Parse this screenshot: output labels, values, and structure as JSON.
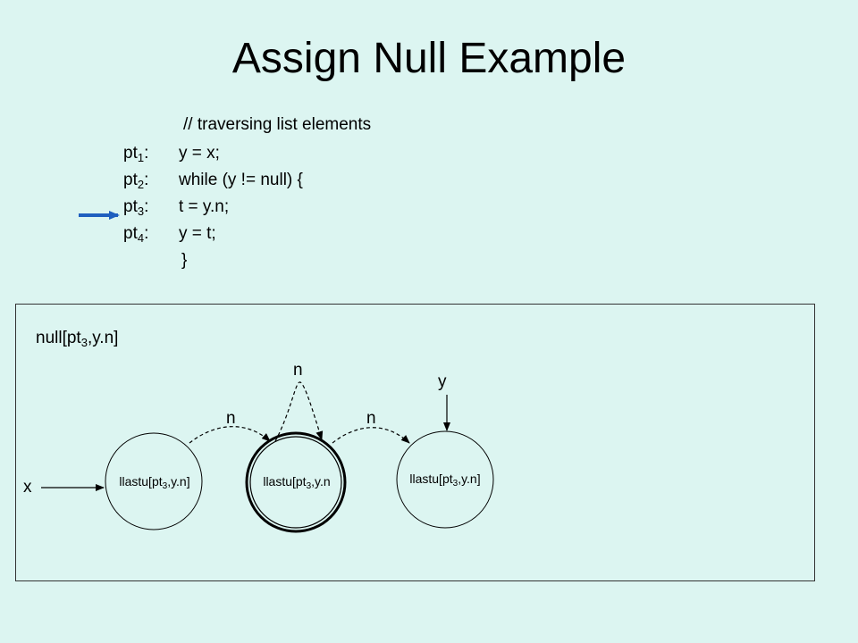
{
  "title": "Assign Null Example",
  "code": {
    "comment": "// traversing list elements",
    "lines": [
      {
        "label_base": "pt",
        "label_sub": "1",
        "label_suffix": ":",
        "stmt": "y = x;"
      },
      {
        "label_base": "pt",
        "label_sub": "2",
        "label_suffix": ":",
        "stmt": "while (y != null) {"
      },
      {
        "label_base": "pt",
        "label_sub": "3",
        "label_suffix": ":",
        "stmt": "t = y.n;"
      },
      {
        "label_base": "pt",
        "label_sub": "4",
        "label_suffix": ":",
        "stmt": "y = t;"
      }
    ],
    "closing": "}",
    "current_line": 3
  },
  "diagram": {
    "predicate": {
      "pre": "null[pt",
      "sub": "3",
      "post": ",y.n]"
    },
    "nodes": [
      {
        "pre": "llastu[pt",
        "sub": "3",
        "post": ",y.n]"
      },
      {
        "pre": "llastu[pt",
        "sub": "3",
        "post": ",y.n"
      },
      {
        "pre": "llastu[pt",
        "sub": "3",
        "post": ",y.n]"
      }
    ],
    "edge_labels": {
      "n_left": "n",
      "n_loop": "n",
      "n_right": "n"
    },
    "var_x": "x",
    "var_y": "y"
  },
  "colors": {
    "background": "#dcf5f1",
    "pointer_arrow": "#1f5fbf"
  }
}
